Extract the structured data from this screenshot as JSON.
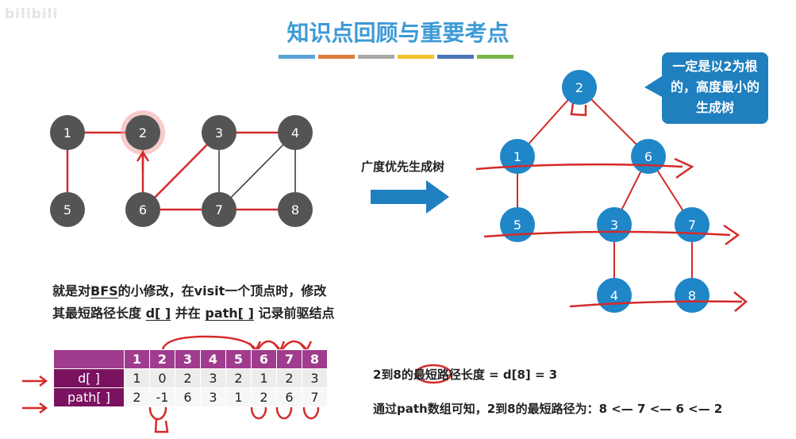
{
  "watermark": "bilibili",
  "title": "知识点回顾与重要考点",
  "color_bar": [
    "#5aa3d8",
    "#e17b3d",
    "#a8a8a8",
    "#f3c12e",
    "#4a74b8",
    "#78b548"
  ],
  "left_graph": {
    "nodes": [
      "1",
      "2",
      "3",
      "4",
      "5",
      "6",
      "7",
      "8"
    ],
    "node_color": "#545454",
    "highlight_color": "#e85050",
    "tree_edge_color": "#d42a2a",
    "other_edge_color": "#333333"
  },
  "bfs_label": "广度优先生成树",
  "arrow_color": "#1f7fbf",
  "callout_lines": [
    "一定是以2为根",
    "的，高度最小的",
    "生成树"
  ],
  "tree": {
    "nodes": [
      "2",
      "1",
      "6",
      "5",
      "3",
      "7",
      "4",
      "8"
    ],
    "node_color": "#1f86c8"
  },
  "description": {
    "line1_a": "就是对",
    "line1_b": "BFS",
    "line1_c": "的小修改，在visit一个顶点时，修改",
    "line2_a": "其最短路径长度 ",
    "line2_b": "d[ ]",
    "line2_c": " 并在 ",
    "line2_d": "path[ ]",
    "line2_e": " 记录前驱结点"
  },
  "table": {
    "headers": [
      "1",
      "2",
      "3",
      "4",
      "5",
      "6",
      "7",
      "8"
    ],
    "rows": [
      {
        "label": "d[ ]",
        "values": [
          "1",
          "0",
          "2",
          "3",
          "2",
          "1",
          "2",
          "3"
        ]
      },
      {
        "label": "path[ ]",
        "values": [
          "2",
          "-1",
          "6",
          "3",
          "1",
          "2",
          "6",
          "7"
        ]
      }
    ]
  },
  "result1_a": "2到8的",
  "result1_b": "最短",
  "result1_c": "路径长度 = d[8] = 3",
  "result2": "通过path数组可知，2到8的最短路径为：8  <—  7  <— 6  <—  2"
}
